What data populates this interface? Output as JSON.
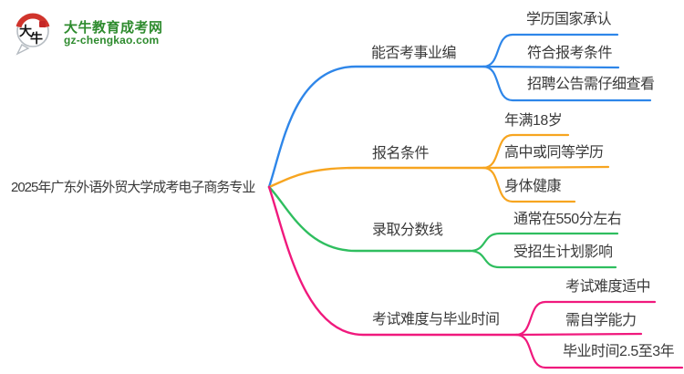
{
  "logo": {
    "icon_chars": "大牛",
    "title": "大牛教育成考网",
    "subtitle": "gz-chengkao.com",
    "green": "#2e8b2e",
    "red": "#d0342c"
  },
  "root": {
    "label": "2025年广东外语外贸大学成考电子商务专业"
  },
  "branches": [
    {
      "label": "能否考事业编",
      "color": "#2e86e9",
      "children": [
        "学历国家承认",
        "符合报考条件",
        "招聘公告需仔细查看"
      ]
    },
    {
      "label": "报名条件",
      "color": "#f7a520",
      "children": [
        "年满18岁",
        "高中或同等学历",
        "身体健康"
      ]
    },
    {
      "label": "录取分数线",
      "color": "#2fbe5f",
      "children": [
        "通常在550分左右",
        "受招生计划影响"
      ]
    },
    {
      "label": "考试难度与毕业时间",
      "color": "#f0197d",
      "children": [
        "考试难度适中",
        "需自学能力",
        "毕业时间2.5至3年"
      ]
    }
  ]
}
